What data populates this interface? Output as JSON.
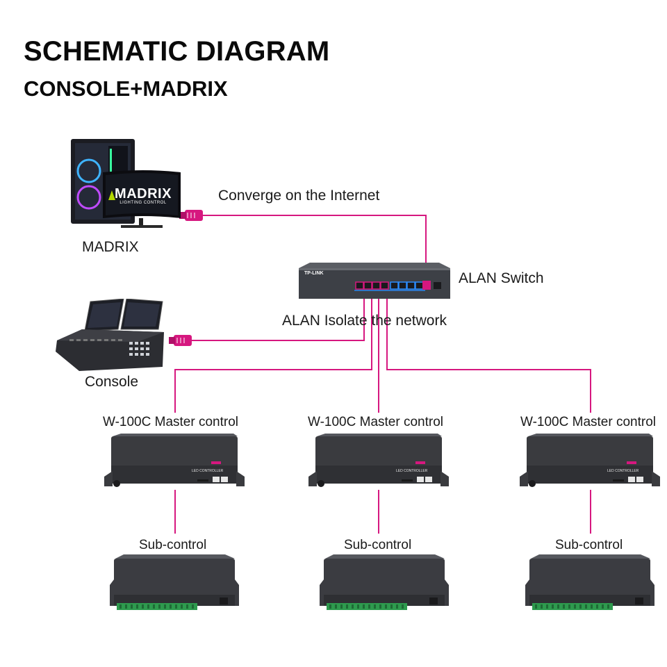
{
  "header": {
    "title": "SCHEMATIC DIAGRAM",
    "subtitle": "CONSOLE+MADRIX"
  },
  "devices": {
    "madrix": {
      "label": "MADRIX",
      "screen_logo": "MADRIX",
      "screen_logo_sub": "LIGHTING CONTROL"
    },
    "console": {
      "label": "Console"
    },
    "switch": {
      "label": "ALAN Switch",
      "brand": "TP-LINK"
    }
  },
  "connections": {
    "internet_label": "Converge on the Internet",
    "isolate_label": "ALAN Isolate the network"
  },
  "master_controls": [
    {
      "label": "W-100C Master control",
      "panel_text": "LED CONTROLLER"
    },
    {
      "label": "W-100C Master control",
      "panel_text": "LED CONTROLLER"
    },
    {
      "label": "W-100C Master control",
      "panel_text": "LED CONTROLLER"
    }
  ],
  "sub_controls": [
    {
      "label": "Sub-control"
    },
    {
      "label": "Sub-control"
    },
    {
      "label": "Sub-control"
    }
  ],
  "colors": {
    "wire": "#d6177f",
    "device_body": "#3a3b3f",
    "terminal_green": "#2e9a4e"
  }
}
